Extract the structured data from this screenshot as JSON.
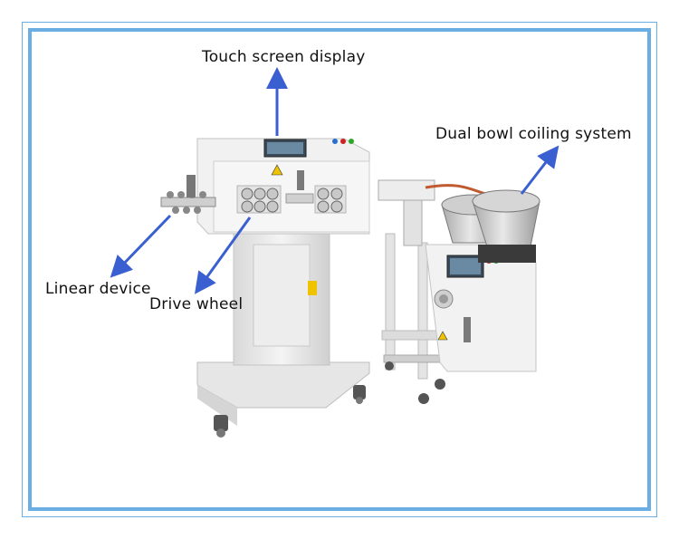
{
  "labels": {
    "touch_screen": "Touch screen display",
    "dual_bowl": "Dual bowl coiling system",
    "linear_device": "Linear device",
    "drive_wheel": "Drive wheel"
  },
  "colors": {
    "frame": "#6aaee4",
    "arrow": "#3a5fd0"
  }
}
